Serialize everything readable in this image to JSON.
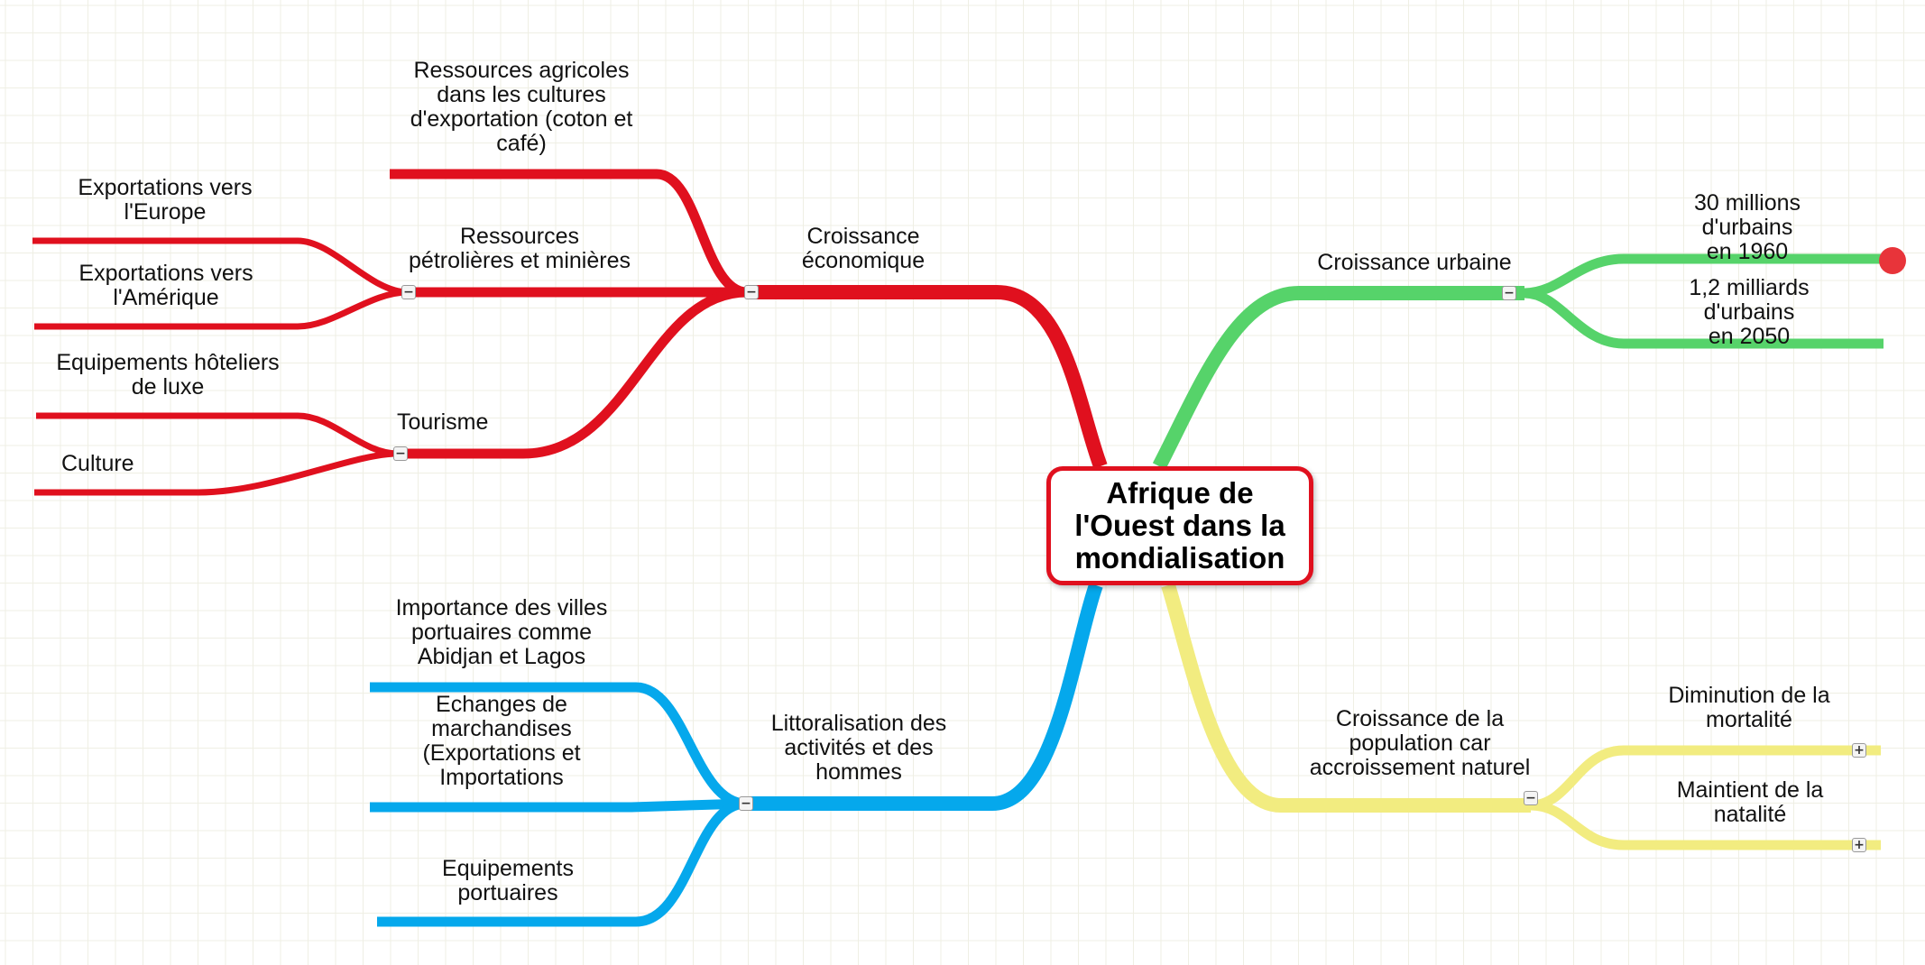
{
  "central": {
    "title": "Afrique de\nl'Ouest dans la\nmondialisation"
  },
  "colors": {
    "red": "#e0101e",
    "green": "#56d36a",
    "blue": "#05a8ec",
    "yellow": "#f2ec80",
    "marker": "#e8343a"
  },
  "branches": {
    "economic": {
      "label": "Croissance\néconomique",
      "agricultural": "Ressources agricoles\ndans les cultures\nd'exportation (coton et\ncafé)",
      "petroleum": "Ressources\npétrolières et minières",
      "export_europe": "Exportations vers\nl'Europe",
      "export_america": "Exportations vers\nl'Amérique",
      "tourism": "Tourisme",
      "hotels": "Equipements hôteliers\nde luxe",
      "culture": "Culture"
    },
    "urban": {
      "label": "Croissance urbaine",
      "urban_1960": "30 millions d'urbains\nen 1960",
      "urban_2050": "1,2 milliards d'urbains\nen 2050"
    },
    "coastal": {
      "label": "Littoralisation des\nactivités et des\nhommes",
      "port_cities": "Importance des villes\nportuaires comme\nAbidjan et Lagos",
      "trade": "Echanges de\nmarchandises\n(Exportations et\nImportations",
      "port_equipment": "Equipements\nportuaires"
    },
    "population": {
      "label": "Croissance de la\npopulation car\naccroissement naturel",
      "mortality": "Diminution de la\nmortalité",
      "natality": "Maintient de la natalité"
    }
  },
  "toggles": {
    "collapse": "−",
    "expand": "+"
  }
}
